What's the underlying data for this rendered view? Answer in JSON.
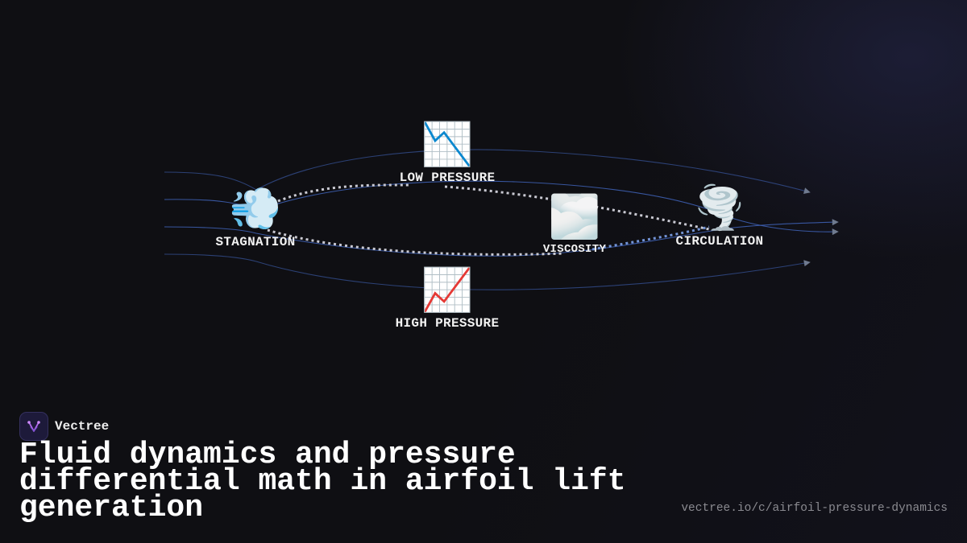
{
  "nodes": {
    "stagnation": {
      "emoji": "💨",
      "label": "STAGNATION"
    },
    "low_pressure": {
      "emoji": "📉",
      "label": "LOW PRESSURE"
    },
    "viscosity": {
      "emoji": "🌫️",
      "label": "VISCOSITY"
    },
    "circulation": {
      "emoji": "🌪️",
      "label": "CIRCULATION"
    },
    "high_pressure": {
      "emoji": "📈",
      "label": "HIGH PRESSURE"
    }
  },
  "brand": {
    "name": "Vectree"
  },
  "title": "Fluid dynamics and pressure differential math in airfoil lift generation",
  "url": "vectree.io/c/airfoil-pressure-dynamics",
  "colors": {
    "background": "#0f0f13",
    "streamline": "#3f63b8",
    "dashed_link": "#c9c9d2",
    "arrowhead": "#6f7a8f",
    "brand_accent": "#b46cf0"
  }
}
